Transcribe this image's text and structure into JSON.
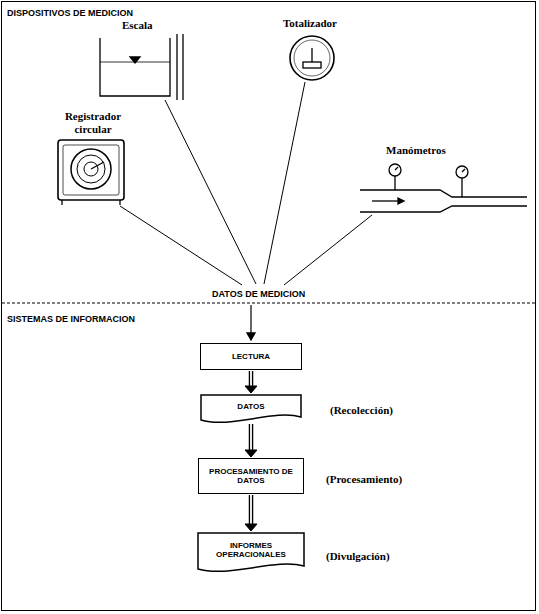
{
  "diagram": {
    "nodes": [
      {
        "text": [
          "LECTURA"
        ]
      },
      {
        "text": [
          "DATOS"
        ]
      },
      {
        "text": [
          "PROCESAMIENTO DE DATOS"
        ]
      },
      {
        "text": [
          "INFORMES OPERACIONALES"
        ]
      }
    ],
    "edges": [
      {
        "from": 0,
        "to": 1,
        "arrow": "to"
      },
      {
        "from": 1,
        "to": 2,
        "arrow": "to"
      },
      {
        "from": 2,
        "to": 3,
        "arrow": "to"
      }
    ],
    "labels": [
      "DISPOSITIVOS DE MEDICION",
      "Escala",
      "Totalizador",
      "Registrador circular",
      "Manómetros",
      "DATOS DE MEDICION",
      "SISTEMAS DE INFORMACION",
      "(Recolección)",
      "(Procesamiento)",
      "(Divulgación)"
    ]
  }
}
